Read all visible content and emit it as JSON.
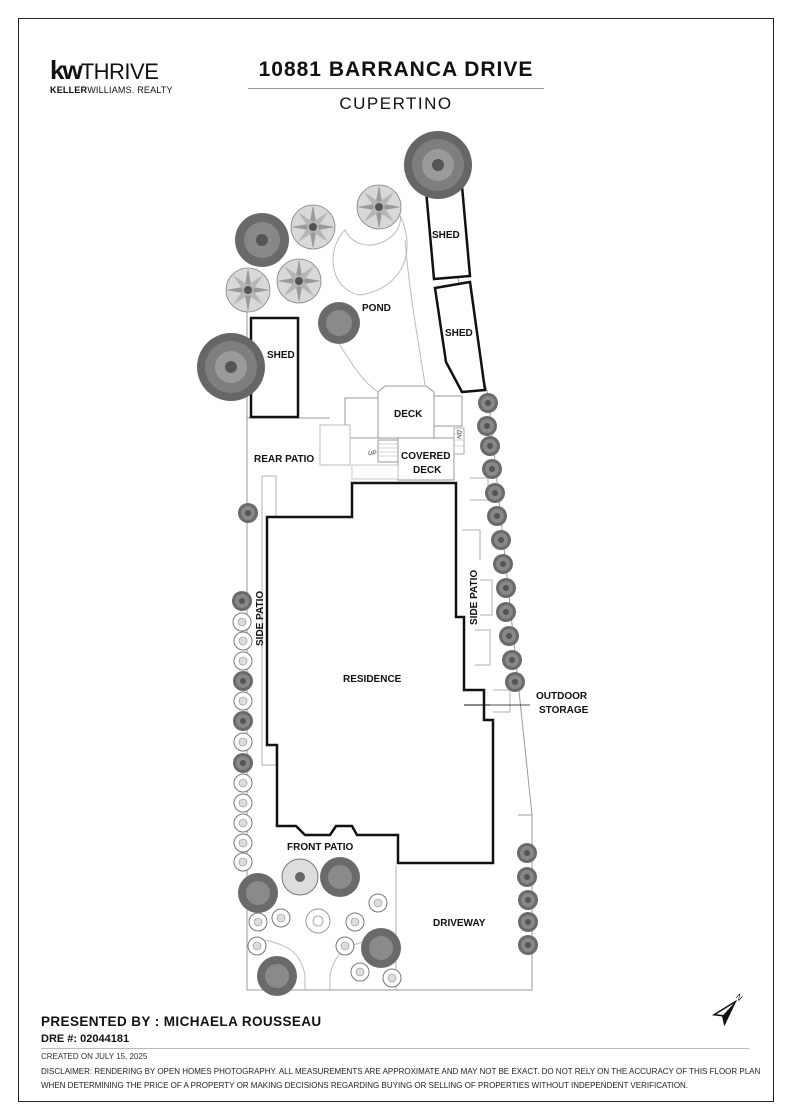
{
  "brand": {
    "logo_kw": "kw",
    "logo_thrive": "THRIVE",
    "logo_sub_bold": "KELLER",
    "logo_sub_rest": "WILLIAMS. REALTY"
  },
  "header": {
    "address": "10881 BARRANCA DRIVE",
    "city": "CUPERTINO"
  },
  "plan_labels": {
    "shed_top_left": "SHED",
    "shed_upper": "SHED",
    "shed_lower": "SHED",
    "pond": "POND",
    "deck": "DECK",
    "covered_deck_1": "COVERED",
    "covered_deck_2": "DECK",
    "rear_patio": "REAR PATIO",
    "up": "UP",
    "dn": "DN",
    "side_patio_left": "SIDE PATIO",
    "side_patio_right": "SIDE PATIO",
    "residence": "RESIDENCE",
    "outdoor_storage_1": "OUTDOOR",
    "outdoor_storage_2": "STORAGE",
    "front_patio": "FRONT PATIO",
    "driveway": "DRIVEWAY",
    "north": "N"
  },
  "footer": {
    "presented_by": "PRESENTED BY : MICHAELA ROUSSEAU",
    "dre": "DRE #: 02044181",
    "created": "CREATED ON JULY 15, 2025",
    "disclaimer": "DISCLAIMER: RENDERING BY OPEN HOMES PHOTOGRAPHY. ALL MEASUREMENTS ARE APPROXIMATE AND MAY NOT BE EXACT. DO NOT RELY ON THE ACCURACY OF THIS FLOOR PLAN WHEN DETERMINING THE PRICE OF A PROPERTY OR MAKING DECISIONS REGARDING BUYING OR SELLING OF PROPERTIES WITHOUT INDEPENDENT VERIFICATION."
  },
  "colors": {
    "outline": "#111111",
    "lot_line": "#9a9a9a",
    "tree_dark": "#5a5a5a",
    "tree_light": "#bdbdbd"
  }
}
